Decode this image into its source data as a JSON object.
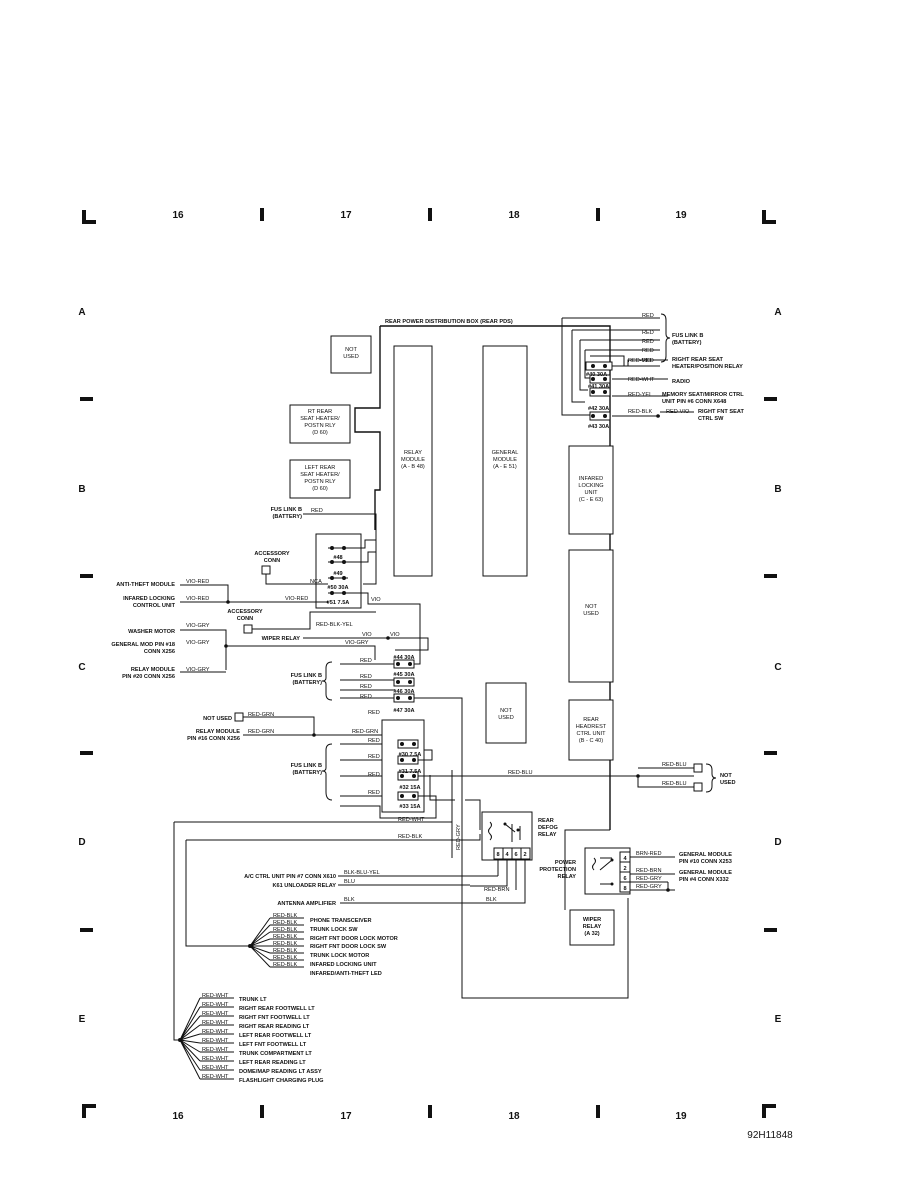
{
  "grid": {
    "columns_top": [
      "16",
      "17",
      "18",
      "19"
    ],
    "columns_bottom": [
      "16",
      "17",
      "18",
      "19"
    ],
    "rows_left": [
      "A",
      "B",
      "C",
      "D",
      "E"
    ],
    "rows_right": [
      "A",
      "B",
      "C",
      "D",
      "E"
    ]
  },
  "figure_id": "92H11848",
  "pds": {
    "title": "REAR POWER DISTRIBUTION BOX (REAR PDS)",
    "not_used_top": [
      "NOT",
      "USED"
    ],
    "rt_relay": [
      "RT REAR",
      "SEAT HEATER/",
      "POSTN RLY",
      "(D 60)"
    ],
    "left_relay": [
      "LEFT REAR",
      "SEAT HEATER/",
      "POSTN RLY",
      "(D 60)"
    ],
    "relay_module": [
      "RELAY",
      "MODULE",
      "(A - B 48)"
    ],
    "general_module": [
      "GENERAL",
      "MODULE",
      "(A - E 51)"
    ],
    "infared_unit": [
      "INFARED",
      "LOCKING",
      "UNIT",
      "(C - E 63)"
    ],
    "not_used_right": [
      "NOT",
      "USED"
    ],
    "not_used_center": [
      "NOT",
      "USED"
    ],
    "headrest": [
      "REAR",
      "HEADREST",
      "CTRL UNIT",
      "(B - C 40)"
    ]
  },
  "fuses_top": {
    "fus_link": [
      "FUS LINK B",
      "(BATTERY)"
    ],
    "wires": [
      "RED",
      "RED",
      "RED",
      "RED",
      "RED"
    ],
    "labels": [
      "#40 30A",
      "#41 30A",
      "#42 30A",
      "#43 30A"
    ],
    "outputs": [
      {
        "wire": "RED-VIO",
        "dest": [
          "RIGHT REAR SEAT",
          "HEATER/POSITION RELAY"
        ]
      },
      {
        "wire": "RED-WHT",
        "dest": [
          "RADIO"
        ]
      },
      {
        "wire": "RED-YEL",
        "dest": [
          "MEMORY SEAT/MIRROR CTRL",
          "UNIT PIN #6 CONN X648"
        ]
      },
      {
        "wire": "RED-BLK",
        "wire2": "RED-VIO",
        "dest": [
          "RIGHT FNT SEAT",
          "CTRL SW"
        ]
      }
    ]
  },
  "left_block": {
    "fus_link": [
      "FUS LINK B",
      "(BATTERY)"
    ],
    "red": "RED",
    "accessory_conn": [
      "ACCESSORY",
      "CONN"
    ],
    "accessory_conn2": [
      "ACCESSORY",
      "CONN"
    ],
    "fuse_labels": [
      "#48",
      "#49",
      "#50 30A",
      "#51 7.5A"
    ],
    "nca": "NCA",
    "vio": "VIO",
    "vio2": "VIO",
    "vio3": "VIO",
    "red_blk_yel": "RED-BLK-YEL",
    "anti_theft": "ANTI-THEFT MODULE",
    "infared_locking": [
      "INFARED LOCKING",
      "CONTROL UNIT"
    ],
    "vio_red_1": "VIO-RED",
    "vio_red_2": "VIO-RED",
    "vio_red_3": "VIO-RED",
    "washer": "WASHER MOTOR",
    "vio_gry_1": "VIO-GRY",
    "general_mod_pin": [
      "GENERAL MOD PIN #18",
      "CONN X256"
    ],
    "vio_gry_2": "VIO-GRY",
    "relay_mod_pin": [
      "RELAY MODULE",
      "PIN #20 CONN X256"
    ],
    "vio_gry_3": "VIO-GRY",
    "wiper_relay": "WIPER RELAY",
    "vio_gry_4": "VIO-GRY"
  },
  "mid_fuses": {
    "fus_link": [
      "FUS LINK B",
      "(BATTERY)"
    ],
    "wires": [
      "RED",
      "RED",
      "RED",
      "RED"
    ],
    "labels": [
      "#44 30A",
      "#45 30A",
      "#46 30A",
      "#47 30A"
    ]
  },
  "low_fuses": {
    "not_used": "NOT USED",
    "red_grn_1": "RED-GRN",
    "relay_module_pin": [
      "RELAY MODULE",
      "PIN #16 CONN X256"
    ],
    "red_grn_2": "RED-GRN",
    "red_grn_3": "RED-GRN",
    "fus_link": [
      "FUS LINK B",
      "(BATTERY)"
    ],
    "wires": [
      "RED",
      "RED",
      "RED",
      "RED",
      "RED"
    ],
    "labels": [
      "#30 7.5A",
      "#31 7.5A",
      "#32 15A",
      "#33 15A"
    ],
    "red_blu_1": "RED-BLU",
    "red_blu_2": "RED-BLU",
    "red_blu_3": "RED-BLU",
    "not_used_right": [
      "NOT",
      "USED"
    ],
    "red_wht": "RED-WHT",
    "red_blk": "RED-BLK",
    "red_gry": "RED-GRY"
  },
  "defog": {
    "title": [
      "REAR",
      "DEFOG",
      "RELAY"
    ],
    "pins": [
      "8",
      "4",
      "6",
      "2"
    ],
    "red_brn": "RED-BRN",
    "blk": "BLK"
  },
  "power_relay": {
    "title": [
      "POWER",
      "PROTECTION",
      "RELAY"
    ],
    "pins": [
      "4",
      "2",
      "6",
      "8"
    ],
    "wires": [
      "BRN-RED",
      "RED-BRN",
      "RED-GRY",
      "RED-GRY"
    ],
    "dest1": [
      "GENERAL MODULE",
      "PIN #10 CONN X253"
    ],
    "dest2": [
      "GENERAL MODULE",
      "PIN #4 CONN X332"
    ],
    "wiper": [
      "WIPER",
      "RELAY",
      "(A 32)"
    ]
  },
  "ac": {
    "ac_label": "A/C CTRL UNIT PIN #7 CONN X610",
    "ac_wire": "BLK-BLU-YEL",
    "k61": "K61 UNLOADER RELAY",
    "k61_wire": "BLU",
    "antenna": "ANTENNA AMPLIFIER",
    "antenna_wire": "BLK"
  },
  "red_blk_group": {
    "wire": "RED-BLK",
    "items": [
      "PHONE TRANSCEIVER",
      "TRUNK LOCK SW",
      "RIGHT FNT DOOR LOCK MOTOR",
      "RIGHT FNT DOOR LOCK SW",
      "TRUNK LOCK MOTOR",
      "INFARED LOCKING UNIT",
      "INFARED/ANTI-THEFT LED"
    ]
  },
  "red_wht_group": {
    "wire": "RED-WHT",
    "items": [
      "TRUNK LT",
      "RIGHT REAR FOOTWELL LT",
      "RIGHT FNT FOOTWELL LT",
      "RIGHT REAR READING LT",
      "LEFT REAR FOOTWELL LT",
      "LEFT FNT FOOTWELL LT",
      "TRUNK COMPARTMENT LT",
      "LEFT REAR READING LT",
      "DOME/MAP READING LT ASSY",
      "FLASHLIGHT CHARGING PLUG"
    ]
  }
}
